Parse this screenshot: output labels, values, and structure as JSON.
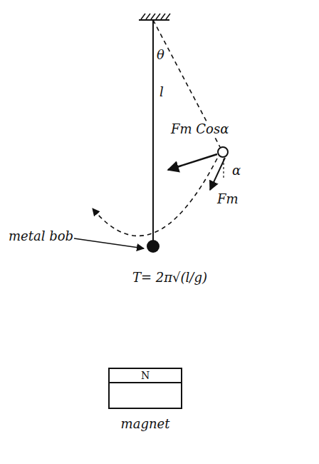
{
  "diagram": {
    "nodes": [
      {
        "text": [
          "N",
          "magnet"
        ]
      }
    ],
    "labels": [
      "θ",
      "l",
      "Fm Cosα",
      "α",
      "Fm",
      "metal bob",
      "T= 2π√(l/g)"
    ]
  }
}
